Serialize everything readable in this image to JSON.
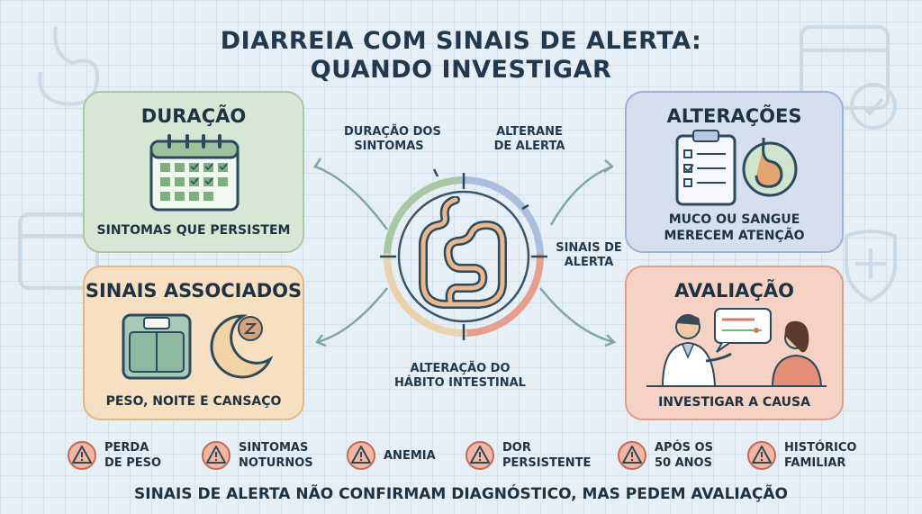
{
  "title": {
    "line1": "DIARREIA COM SINAIS DE ALERTA:",
    "line2": "QUANDO INVESTIGAR"
  },
  "cards": {
    "duracao": {
      "title": "DURAÇÃO",
      "caption": "SINTOMAS QUE PERSISTEM"
    },
    "sinais": {
      "title": "SINAIS ASSOCIADOS",
      "caption": "PESO, NOITE E CANSAÇO"
    },
    "alteracoes": {
      "title": "ALTERAÇÕES",
      "caption_line1": "MUCO OU SANGUE",
      "caption_line2": "MERECEM ATENÇÃO"
    },
    "avaliacao": {
      "title": "AVALIAÇÃO",
      "caption": "INVESTIGAR A CAUSA"
    }
  },
  "center_labels": {
    "top_left": {
      "line1": "DURAÇÃO DOS",
      "line2": "SINTOMAS"
    },
    "top_right": {
      "line1": "ALTERANE",
      "line2": "DE ALERTA"
    },
    "right": {
      "line1": "SINAIS DE",
      "line2": "ALERTA"
    },
    "bottom": {
      "line1": "ALTERAÇÃO DO",
      "line2": "HÁBITO INTESTINAL"
    }
  },
  "warnings": [
    {
      "line1": "PERDA",
      "line2": "DE PESO"
    },
    {
      "line1": "SINTOMAS",
      "line2": "NOTURNOS"
    },
    {
      "line1": "ANEMIA",
      "line2": ""
    },
    {
      "line1": "DOR",
      "line2": "PERSISTENTE"
    },
    {
      "line1": "APÓS OS",
      "line2": "50 ANOS"
    },
    {
      "line1": "HISTÓRICO",
      "line2": "FAMILIAR"
    }
  ],
  "footer": "SINAIS DE ALERTA NÃO CONFIRMAM DIAGNÓSTICO, MAS PEDEM AVALIAÇÃO",
  "icons": {
    "calendar": "calendar-icon",
    "scale": "scale-icon",
    "moon": "moon-icon",
    "clipboard": "clipboard-icon",
    "stomach": "stomach-icon",
    "doctor": "doctor-patient-icon",
    "intestine": "intestine-icon",
    "warning": "warning-icon"
  },
  "colors": {
    "green": "#d6e8d4",
    "orange": "#f7dfc2",
    "blue": "#d4e0ef",
    "red": "#f6d2c4",
    "warning": "#e98f76"
  }
}
